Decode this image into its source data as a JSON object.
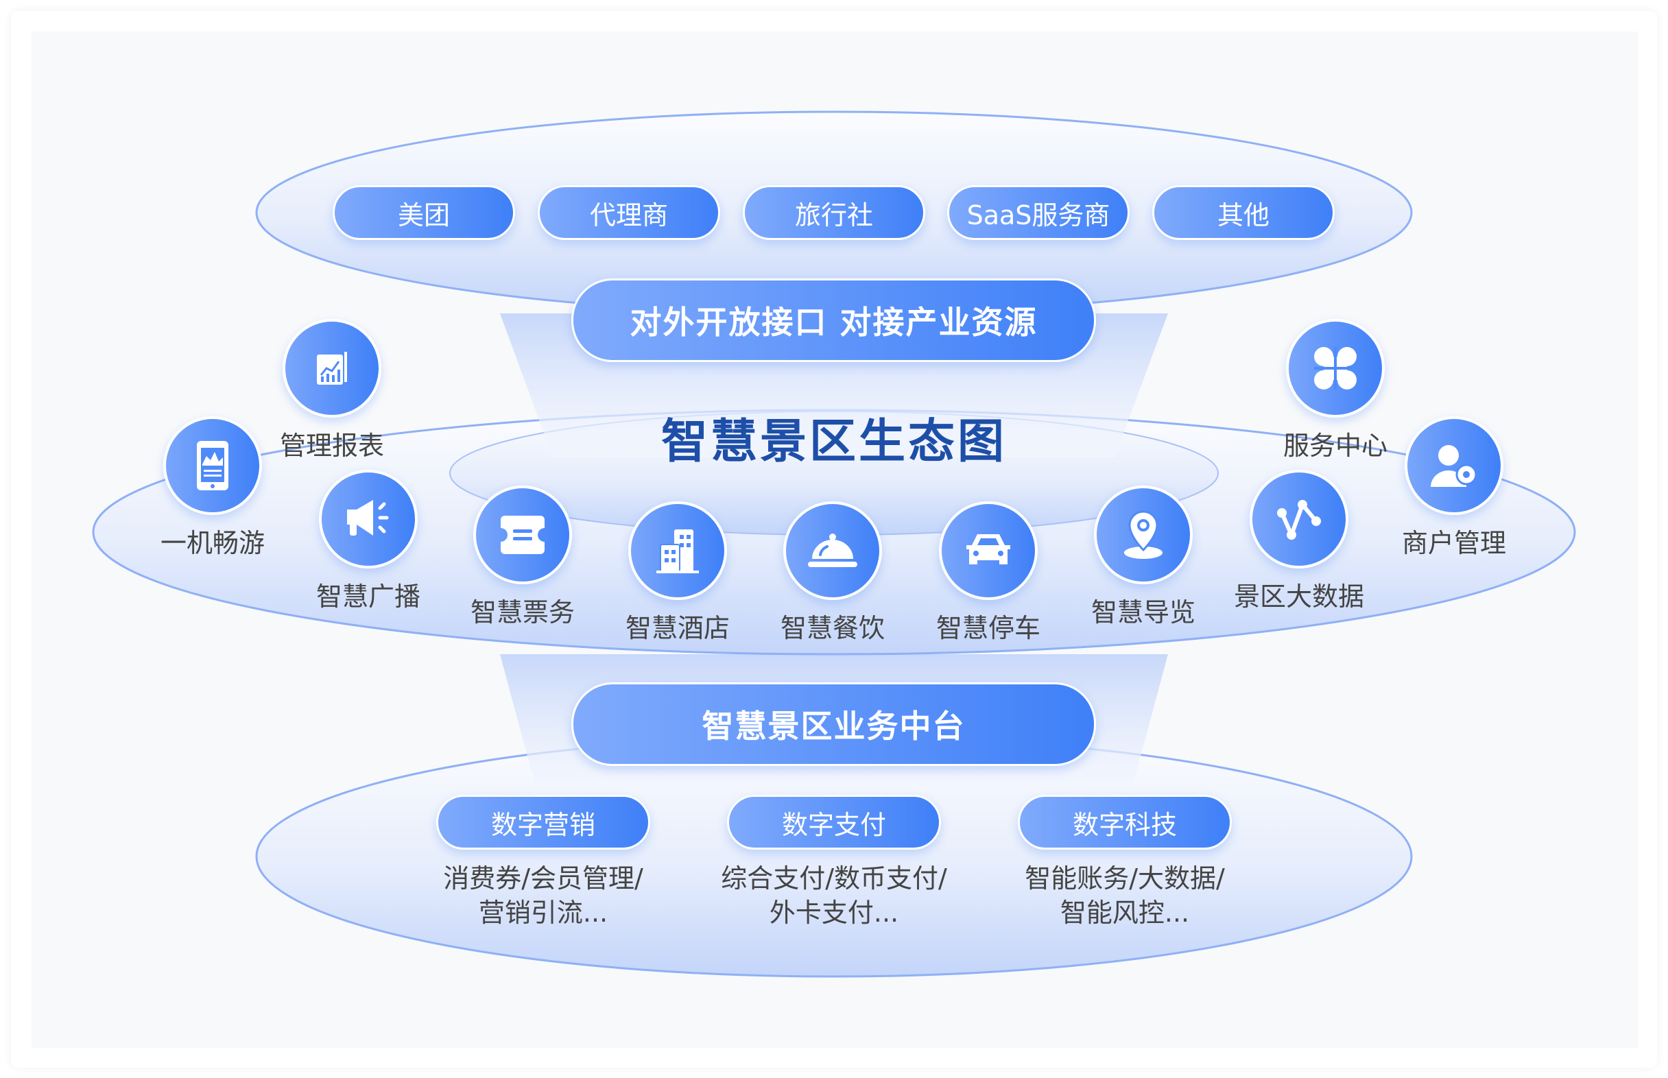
{
  "title": "智慧景区生态图",
  "partners": [
    "美团",
    "代理商",
    "旅行社",
    "SaaS服务商",
    "其他"
  ],
  "open_api_label": "对外开放接口 对接产业资源",
  "modules": [
    {
      "label": "管理报表",
      "icon": "report-chart-icon"
    },
    {
      "label": "一机畅游",
      "icon": "mobile-phone-icon"
    },
    {
      "label": "智慧广播",
      "icon": "megaphone-icon"
    },
    {
      "label": "智慧票务",
      "icon": "ticket-icon"
    },
    {
      "label": "智慧酒店",
      "icon": "building-icon"
    },
    {
      "label": "智慧餐饮",
      "icon": "food-cloche-icon"
    },
    {
      "label": "智慧停车",
      "icon": "car-icon"
    },
    {
      "label": "智慧导览",
      "icon": "map-pin-icon"
    },
    {
      "label": "景区大数据",
      "icon": "data-nodes-icon"
    },
    {
      "label": "服务中心",
      "icon": "service-grid-icon"
    },
    {
      "label": "商户管理",
      "icon": "merchant-user-icon"
    }
  ],
  "platform_label": "智慧景区业务中台",
  "capabilities": [
    {
      "label": "数字营销",
      "line1": "消费券/会员管理/",
      "line2": "营销引流..."
    },
    {
      "label": "数字支付",
      "line1": "综合支付/数币支付/",
      "line2": "外卡支付..."
    },
    {
      "label": "数字科技",
      "line1": "智能账务/大数据/",
      "line2": "智能风控..."
    }
  ],
  "colors": {
    "accent": "#3f80f8",
    "title": "#1e4fa8"
  }
}
